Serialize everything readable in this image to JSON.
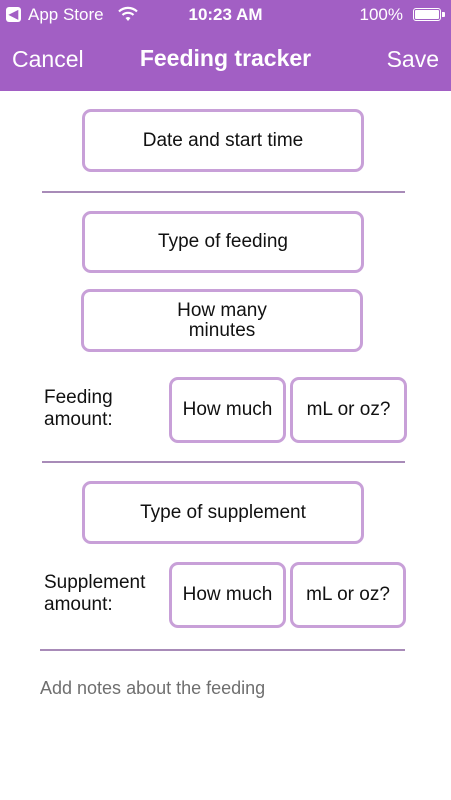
{
  "status_bar": {
    "carrier": "App Store",
    "time": "10:23 AM",
    "battery": "100%"
  },
  "nav": {
    "cancel": "Cancel",
    "title": "Feeding tracker",
    "save": "Save"
  },
  "form": {
    "date_start": "Date and start time",
    "feeding_type": "Type of feeding",
    "minutes_line1": "How many",
    "minutes_line2": "minutes",
    "feeding_amount_line1": "Feeding",
    "feeding_amount_line2": "amount:",
    "feeding_how_much": "How much",
    "feeding_unit": "mL or oz?",
    "supplement_type": "Type of supplement",
    "supplement_amount_line1": "Supplement",
    "supplement_amount_line2": "amount:",
    "supplement_how_much": "How much",
    "supplement_unit": "mL or oz?",
    "notes_placeholder": "Add notes about the feeding"
  },
  "colors": {
    "accent": "#a25fc4",
    "box_border": "#c8a0d8",
    "divider": "#a88bb8"
  }
}
